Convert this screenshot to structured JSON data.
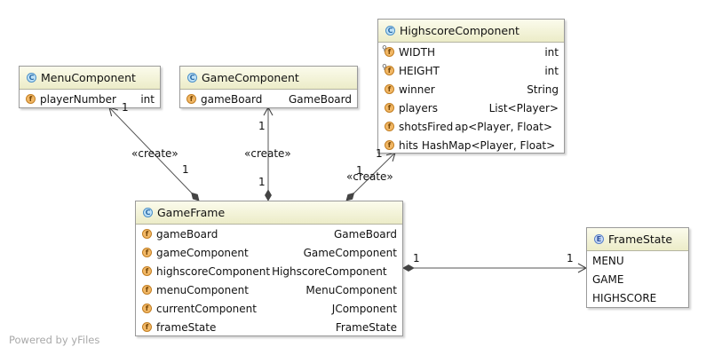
{
  "classes": {
    "menu": {
      "name": "MenuComponent",
      "kind": "C",
      "fields": [
        {
          "name": "playerNumber",
          "type": "int"
        }
      ]
    },
    "game": {
      "name": "GameComponent",
      "kind": "C",
      "fields": [
        {
          "name": "gameBoard",
          "type": "GameBoard"
        }
      ]
    },
    "highscore": {
      "name": "HighscoreComponent",
      "kind": "C",
      "fields": [
        {
          "name": "WIDTH",
          "type": "int"
        },
        {
          "name": "HEIGHT",
          "type": "int"
        },
        {
          "name": "winner",
          "type": "String"
        },
        {
          "name": "players",
          "type": "List<Player>"
        },
        {
          "name": "shotsFired",
          "type": "ap<Player, Float>"
        },
        {
          "name": "hits",
          "type": "HashMap<Player, Float>"
        }
      ]
    },
    "frame": {
      "name": "GameFrame",
      "kind": "C",
      "fields": [
        {
          "name": "gameBoard",
          "type": "GameBoard"
        },
        {
          "name": "gameComponent",
          "type": "GameComponent"
        },
        {
          "name": "highscoreComponent",
          "type": "HighscoreComponent"
        },
        {
          "name": "menuComponent",
          "type": "MenuComponent"
        },
        {
          "name": "currentComponent",
          "type": "JComponent"
        },
        {
          "name": "frameState",
          "type": "FrameState"
        }
      ]
    },
    "framestate": {
      "name": "FrameState",
      "kind": "E",
      "literals": [
        "MENU",
        "GAME",
        "HIGHSCORE"
      ]
    }
  },
  "field_badge": "f",
  "edges": {
    "menu": {
      "stereotype": "«create»",
      "mult_source": "1",
      "mult_target": "1"
    },
    "game": {
      "stereotype": "«create»",
      "mult_source": "1",
      "mult_target": "1"
    },
    "highscore": {
      "stereotype": "«create»",
      "mult_source": "1",
      "mult_target": "1"
    },
    "framestate": {
      "mult_source": "1",
      "mult_target": "1"
    }
  },
  "watermark": "Powered by yFiles"
}
